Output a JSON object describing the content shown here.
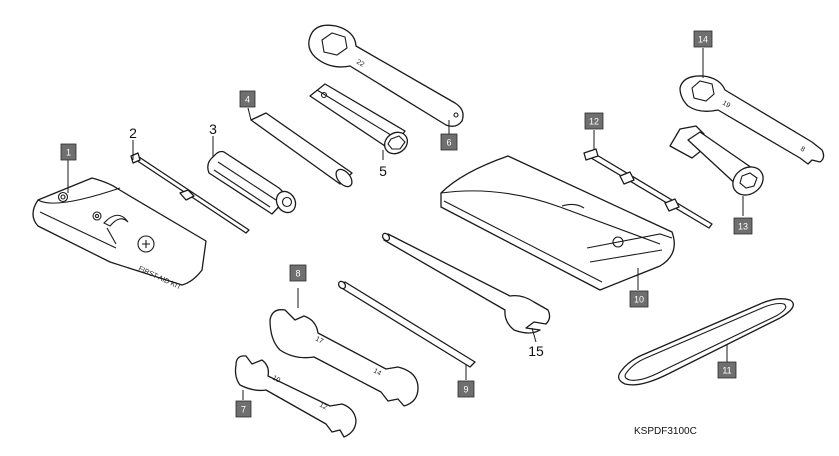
{
  "callouts": [
    {
      "id": "1",
      "style": "box"
    },
    {
      "id": "2",
      "style": "plain"
    },
    {
      "id": "3",
      "style": "plain"
    },
    {
      "id": "4",
      "style": "box"
    },
    {
      "id": "5",
      "style": "plain"
    },
    {
      "id": "6",
      "style": "box"
    },
    {
      "id": "7",
      "style": "box"
    },
    {
      "id": "8",
      "style": "box"
    },
    {
      "id": "9",
      "style": "box"
    },
    {
      "id": "10",
      "style": "box"
    },
    {
      "id": "11",
      "style": "box"
    },
    {
      "id": "12",
      "style": "box"
    },
    {
      "id": "13",
      "style": "box"
    },
    {
      "id": "14",
      "style": "box"
    },
    {
      "id": "15",
      "style": "plain"
    }
  ],
  "stamps": {
    "first_aid_kit": "FIRST AID KIT",
    "wrench_22": "22",
    "wrench_17": "17",
    "wrench_14": "14",
    "wrench_10": "10",
    "wrench_12": "12",
    "wrench_19": "19",
    "wrench_8": "8"
  },
  "figure_code": "KSPDF3100C",
  "colors": {
    "badge_fill": "#6f6f6f",
    "badge_text": "#ffffff",
    "ink": "#1a1a1a"
  }
}
